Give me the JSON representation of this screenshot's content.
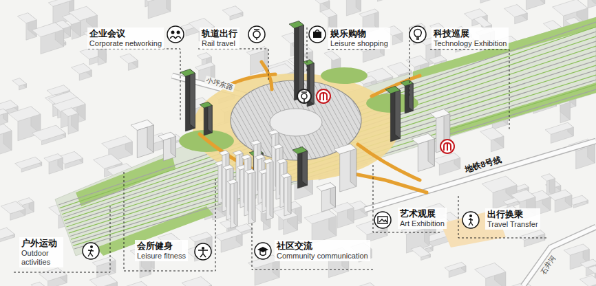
{
  "diagram": {
    "nodes": [
      {
        "text": [
          "企业会议",
          "Corporate networking"
        ]
      },
      {
        "text": [
          "轨道出行",
          "Rail travel"
        ]
      },
      {
        "text": [
          "娱乐购物",
          "Leisure shopping"
        ]
      },
      {
        "text": [
          "科技巡展",
          "Technology Exhibition"
        ]
      },
      {
        "text": [
          "艺术观展",
          "Art Exhibition"
        ]
      },
      {
        "text": [
          "出行换乘",
          "Travel Transfer"
        ]
      },
      {
        "text": [
          "社区交流",
          "Community communication"
        ]
      },
      {
        "text": [
          "会所健身",
          "Leisure fitness"
        ]
      },
      {
        "text": [
          "户外运动",
          "Outdoor activities"
        ]
      }
    ],
    "labels": [
      "小坪东路",
      "地铁8号线",
      "石井河"
    ]
  }
}
